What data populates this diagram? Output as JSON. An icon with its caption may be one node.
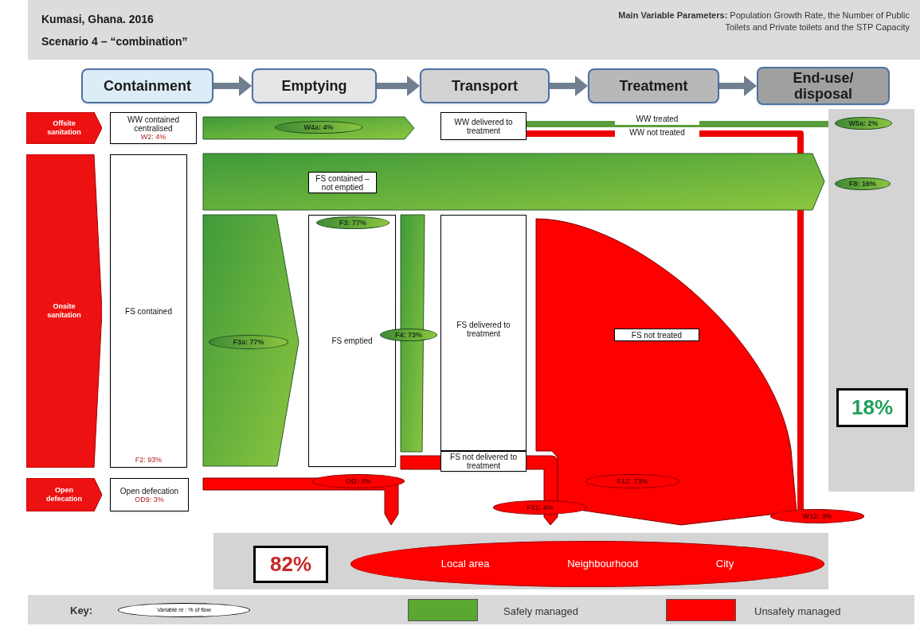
{
  "diagram": {
    "title": "Kumasi, Ghana. 2016",
    "nodes": [
      {
        "text": [
          "Containment"
        ]
      },
      {
        "text": [
          "Emptying"
        ]
      },
      {
        "text": [
          "Transport"
        ]
      },
      {
        "text": [
          "Treatment"
        ]
      },
      {
        "text": [
          "End-use/ disposal"
        ]
      },
      {
        "text": [
          "Offsite sanitation"
        ]
      },
      {
        "text": [
          "WW contained centralised",
          "W2: 4%"
        ]
      },
      {
        "text": [],
        "shape": "arrow"
      },
      {
        "text": [
          "W4a: 4%"
        ],
        "in": 7
      },
      {
        "text": [
          "WW delivered to treatment"
        ]
      },
      {
        "text": [],
        "shape": "box"
      },
      {
        "text": [
          "W5a: 2%"
        ],
        "in": 10
      },
      {
        "text": [
          "Onsite sanitation"
        ]
      },
      {
        "text": [
          "FS contained",
          "F2: 93%"
        ]
      },
      {
        "text": [],
        "shape": "arrow"
      },
      {
        "text": [
          "FS contained – not emptied"
        ],
        "in": 14
      },
      {
        "text": [
          "F8: 16%"
        ],
        "in": 10
      },
      {
        "text": [],
        "shape": "arrow"
      },
      {
        "text": [
          "F3a: 77%"
        ],
        "in": 17
      },
      {
        "text": [
          "FS emptied"
        ]
      },
      {
        "text": [
          "F3: 77%"
        ],
        "in": 19
      },
      {
        "text": [],
        "shape": "arrow"
      },
      {
        "text": [
          "F4: 73%"
        ]
      },
      {
        "text": [
          "FS delivered to treatment"
        ]
      },
      {
        "text": [
          "FS not delivered to treatment"
        ]
      },
      {
        "text": [],
        "shape": "arrow"
      },
      {
        "text": [
          "F11: 4%"
        ]
      },
      {
        "text": [],
        "shape": "arrow"
      },
      {
        "text": [
          "FS not treated"
        ],
        "in": 27
      },
      {
        "text": [
          "F12: 73%"
        ],
        "in": 27
      },
      {
        "text": [
          "W12: 3%"
        ]
      },
      {
        "text": [
          "18%"
        ],
        "in": 10
      },
      {
        "text": [
          "Open defecation"
        ]
      },
      {
        "text": [
          "Open defecation",
          "OD9: 3%"
        ]
      },
      {
        "text": [],
        "shape": "arrow"
      },
      {
        "text": [
          "OD: 3%"
        ]
      },
      {
        "text": [],
        "shape": "box"
      },
      {
        "text": [
          "82%"
        ],
        "in": 36
      },
      {
        "text": [
          "Local area",
          "Neighbourhood",
          "City"
        ],
        "in": 36
      }
    ],
    "edges": [
      {
        "from": 0,
        "to": 1,
        "arrow": "to"
      },
      {
        "from": 1,
        "to": 2,
        "arrow": "to"
      },
      {
        "from": 2,
        "to": 3,
        "arrow": "to"
      },
      {
        "from": 3,
        "to": 4,
        "arrow": "to"
      },
      {
        "from": 9,
        "to": 11,
        "arrow": "none",
        "label": "WW treated",
        "color": "#5a9e3c"
      },
      {
        "from": 9,
        "to": 30,
        "arrow": "none",
        "label": "WW not treated",
        "color": "#ee0000"
      }
    ],
    "labels": [
      "Scenario 4 – “combination”",
      "**Main Variable Parameters:** Population Growth Rate, the Number of Public Toilets and Private toilets and the STP Capacity",
      "Key:",
      "Variable nr : % of flow"
    ],
    "legend": [
      {
        "text": "Safely managed",
        "color": "#5aa832"
      },
      {
        "text": "Unsafely managed",
        "color": "#ff0000"
      }
    ]
  }
}
